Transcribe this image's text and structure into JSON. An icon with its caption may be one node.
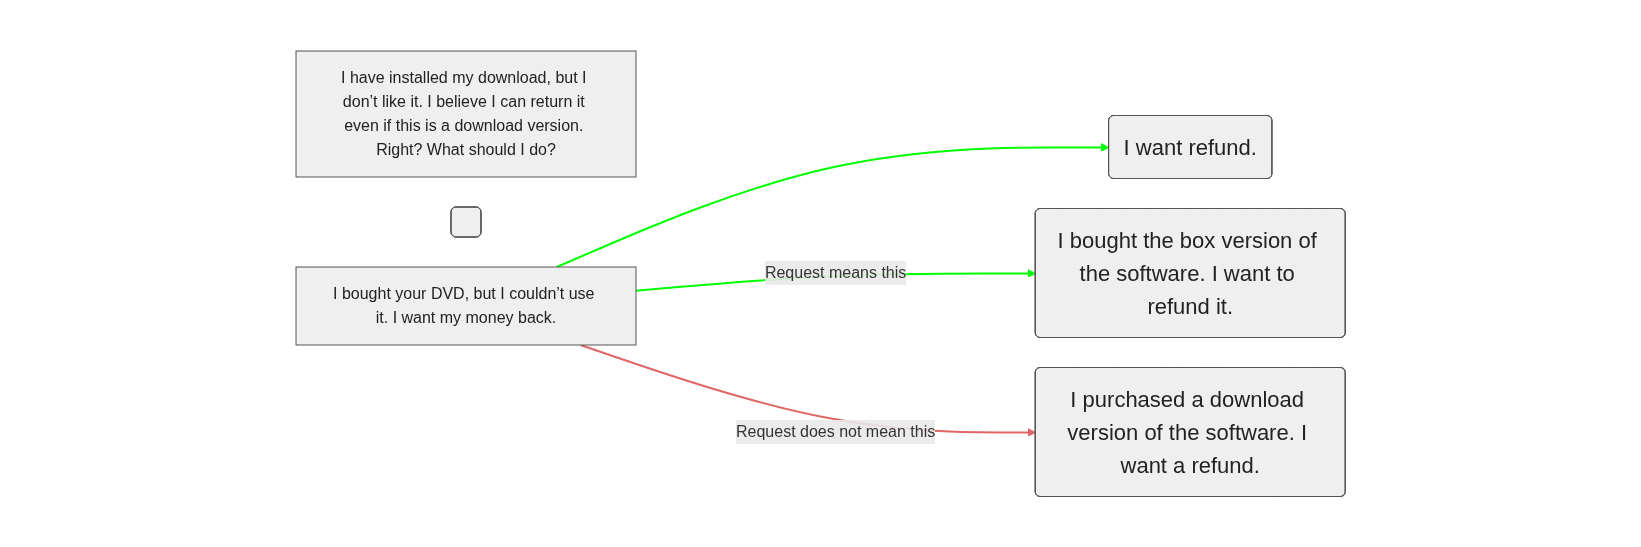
{
  "diagram": {
    "nodes": [
      {
        "text": [
          "I bought your DVD, but I couldn’t use it. I want my money back."
        ]
      },
      {
        "text": [
          "I have installed my download, but I don’t like it. I believe I can return it even if this is a download version. Right? What should I do?"
        ]
      },
      {
        "text": [
          "I want refund."
        ]
      },
      {
        "text": [
          "I bought the box version of the software. I want to refund it."
        ]
      },
      {
        "text": [
          "I purchased a download version of the software. I want a refund."
        ]
      },
      {
        "text": [],
        "shape": "box"
      }
    ],
    "edges": [
      {
        "from": 0,
        "to": 2,
        "arrow": "to",
        "color": "#00ff00"
      },
      {
        "from": 0,
        "to": 3,
        "arrow": "to",
        "label": "Request means this",
        "color": "#00ff00"
      },
      {
        "from": 0,
        "to": 4,
        "arrow": "to",
        "label": "Request does not mean this",
        "color": "#e06666"
      }
    ]
  }
}
